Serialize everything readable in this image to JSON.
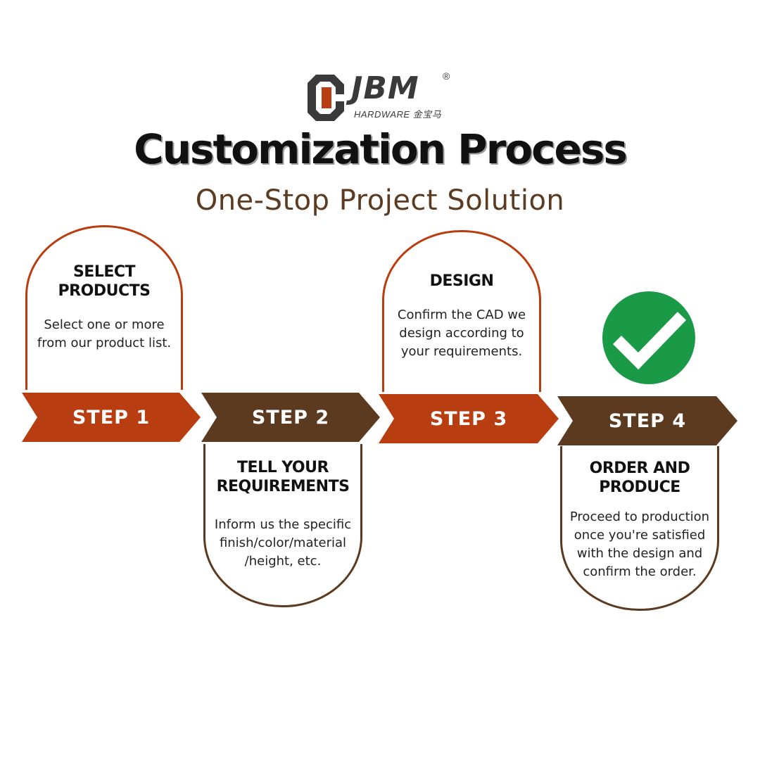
{
  "brand": {
    "name": "JBM",
    "registered": "®",
    "tagline": "HARDWARE 金宝马",
    "colors": {
      "accent": "#b83d10",
      "dark_brown": "#5c3a20",
      "check_green": "#1a9a46"
    }
  },
  "header": {
    "title": "Customization Process",
    "subtitle": "One-Stop Project Solution"
  },
  "steps": [
    {
      "label": "STEP 1",
      "heading": "SELECT\nPRODUCTS",
      "body": "Select one or more\nfrom our product list.",
      "color": "#b83d10"
    },
    {
      "label": "STEP 2",
      "heading": "TELL YOUR\nREQUIREMENTS",
      "body": "Inform us the specific\nfinish/color/material\n/height, etc.",
      "color": "#5c3a20"
    },
    {
      "label": "STEP 3",
      "heading": "DESIGN",
      "body": "Confirm the CAD  we\ndesign according to\nyour requirements.",
      "color": "#b83d10"
    },
    {
      "label": "STEP 4",
      "heading": "ORDER AND\nPRODUCE",
      "body": "Proceed to production\nonce you're satisfied\nwith the design and\nconfirm the order.",
      "color": "#5c3a20"
    }
  ],
  "icons": {
    "logo": "jbm-logo-icon",
    "completion": "checkmark-circle-icon"
  }
}
